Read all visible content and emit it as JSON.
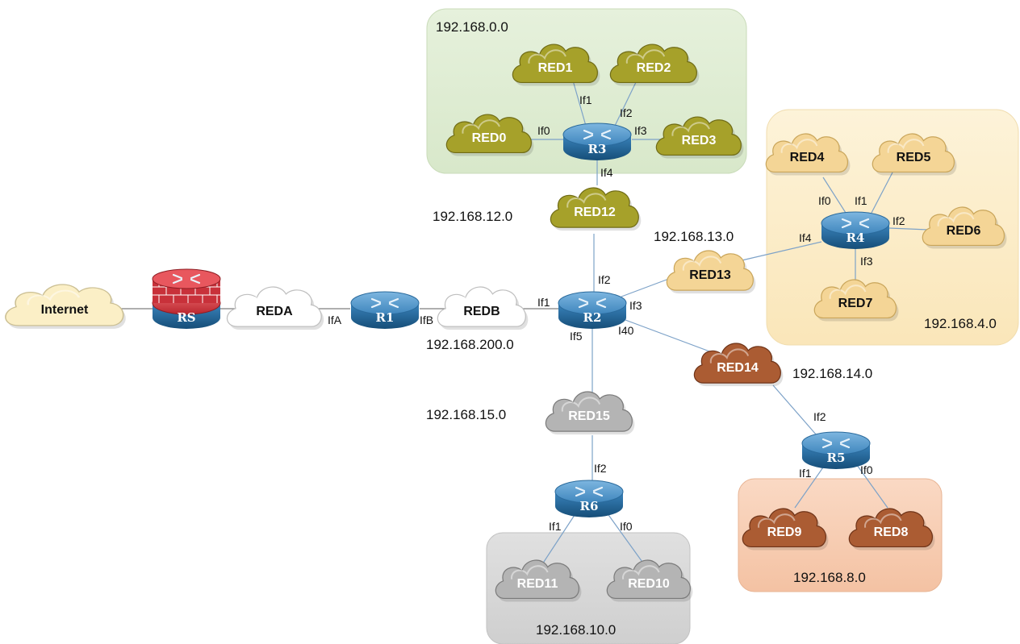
{
  "areas": [
    {
      "id": "area-r3",
      "label": "192.168.0.0",
      "fill": "#e3efd9"
    },
    {
      "id": "area-r4",
      "label": "192.168.4.0",
      "fill": "#fbeecd"
    },
    {
      "id": "area-r5",
      "label": "192.168.8.0",
      "fill": "#f8cfb6"
    },
    {
      "id": "area-r6",
      "label": "192.168.10.0",
      "fill": "#d9d9d9"
    }
  ],
  "networks": [
    {
      "id": "red12",
      "label": "192.168.12.0"
    },
    {
      "id": "red13",
      "label": "192.168.13.0"
    },
    {
      "id": "redb",
      "label": "192.168.200.0"
    },
    {
      "id": "red14",
      "label": "192.168.14.0"
    },
    {
      "id": "red15",
      "label": "192.168.15.0"
    }
  ],
  "clouds": [
    {
      "id": "internet",
      "label": "Internet",
      "style": "beige"
    },
    {
      "id": "reda",
      "label": "REDA",
      "style": "white"
    },
    {
      "id": "redb",
      "label": "REDB",
      "style": "white"
    },
    {
      "id": "red0",
      "label": "RED0",
      "style": "olive"
    },
    {
      "id": "red1",
      "label": "RED1",
      "style": "olive"
    },
    {
      "id": "red2",
      "label": "RED2",
      "style": "olive"
    },
    {
      "id": "red3",
      "label": "RED3",
      "style": "olive"
    },
    {
      "id": "red12",
      "label": "RED12",
      "style": "olive"
    },
    {
      "id": "red4",
      "label": "RED4",
      "style": "sand"
    },
    {
      "id": "red5",
      "label": "RED5",
      "style": "sand"
    },
    {
      "id": "red6",
      "label": "RED6",
      "style": "sand"
    },
    {
      "id": "red7",
      "label": "RED7",
      "style": "sand"
    },
    {
      "id": "red13",
      "label": "RED13",
      "style": "sand"
    },
    {
      "id": "red14",
      "label": "RED14",
      "style": "rust"
    },
    {
      "id": "red8",
      "label": "RED8",
      "style": "rust"
    },
    {
      "id": "red9",
      "label": "RED9",
      "style": "rust"
    },
    {
      "id": "red15",
      "label": "RED15",
      "style": "gray"
    },
    {
      "id": "red10",
      "label": "RED10",
      "style": "gray"
    },
    {
      "id": "red11",
      "label": "RED11",
      "style": "gray"
    }
  ],
  "routers": [
    {
      "id": "rs",
      "label": "RS",
      "type": "firewall"
    },
    {
      "id": "r1",
      "label": "R1",
      "type": "router"
    },
    {
      "id": "r2",
      "label": "R2",
      "type": "router"
    },
    {
      "id": "r3",
      "label": "R3",
      "type": "router"
    },
    {
      "id": "r4",
      "label": "R4",
      "type": "router"
    },
    {
      "id": "r5",
      "label": "R5",
      "type": "router"
    },
    {
      "id": "r6",
      "label": "R6",
      "type": "router"
    }
  ],
  "links": [
    {
      "from": "internet",
      "to": "rs"
    },
    {
      "from": "rs",
      "to": "reda"
    },
    {
      "from": "reda",
      "to": "r1",
      "iface": "IfA"
    },
    {
      "from": "r1",
      "to": "redb",
      "iface": "IfB"
    },
    {
      "from": "redb",
      "to": "r2",
      "iface": "If1"
    },
    {
      "from": "r2",
      "to": "red12",
      "iface": "If2"
    },
    {
      "from": "r2",
      "to": "red13",
      "iface": "If3"
    },
    {
      "from": "r2",
      "to": "red14",
      "iface": "I40"
    },
    {
      "from": "r2",
      "to": "red15",
      "iface": "If5"
    },
    {
      "from": "red12",
      "to": "r3",
      "iface": "If4"
    },
    {
      "from": "r3",
      "to": "red0",
      "iface": "If0"
    },
    {
      "from": "r3",
      "to": "red1",
      "iface": "If1"
    },
    {
      "from": "r3",
      "to": "red2",
      "iface": "If2"
    },
    {
      "from": "r3",
      "to": "red3",
      "iface": "If3"
    },
    {
      "from": "red13",
      "to": "r4",
      "iface": "If4"
    },
    {
      "from": "r4",
      "to": "red4",
      "iface": "If0"
    },
    {
      "from": "r4",
      "to": "red5",
      "iface": "If1"
    },
    {
      "from": "r4",
      "to": "red6",
      "iface": "If2"
    },
    {
      "from": "r4",
      "to": "red7",
      "iface": "If3"
    },
    {
      "from": "red14",
      "to": "r5",
      "iface": "If2"
    },
    {
      "from": "r5",
      "to": "red9",
      "iface": "If1"
    },
    {
      "from": "r5",
      "to": "red8",
      "iface": "If0"
    },
    {
      "from": "red15",
      "to": "r6",
      "iface": "If2"
    },
    {
      "from": "r6",
      "to": "red11",
      "iface": "If1"
    },
    {
      "from": "r6",
      "to": "red10",
      "iface": "If0"
    }
  ],
  "styles": {
    "olive": {
      "fill": "#a6a12a",
      "dark": "#6f6b16",
      "text": "#ffffff"
    },
    "sand": {
      "fill": "#f4d596",
      "dark": "#c9a55a",
      "text": "#111111"
    },
    "rust": {
      "fill": "#ab5c33",
      "dark": "#6e3318",
      "text": "#ffffff"
    },
    "gray": {
      "fill": "#b4b4b4",
      "dark": "#7a7a7a",
      "text": "#ffffff"
    },
    "white": {
      "fill": "#ffffff",
      "dark": "#bfbfbf",
      "text": "#111111"
    },
    "beige": {
      "fill": "#fbefc6",
      "dark": "#cbbf93",
      "text": "#111111"
    },
    "router": {
      "top": "#5c9bc9",
      "side": "#1f5f8e"
    },
    "firewall": {
      "top": "#d9444b",
      "side": "#2d79b8"
    }
  }
}
